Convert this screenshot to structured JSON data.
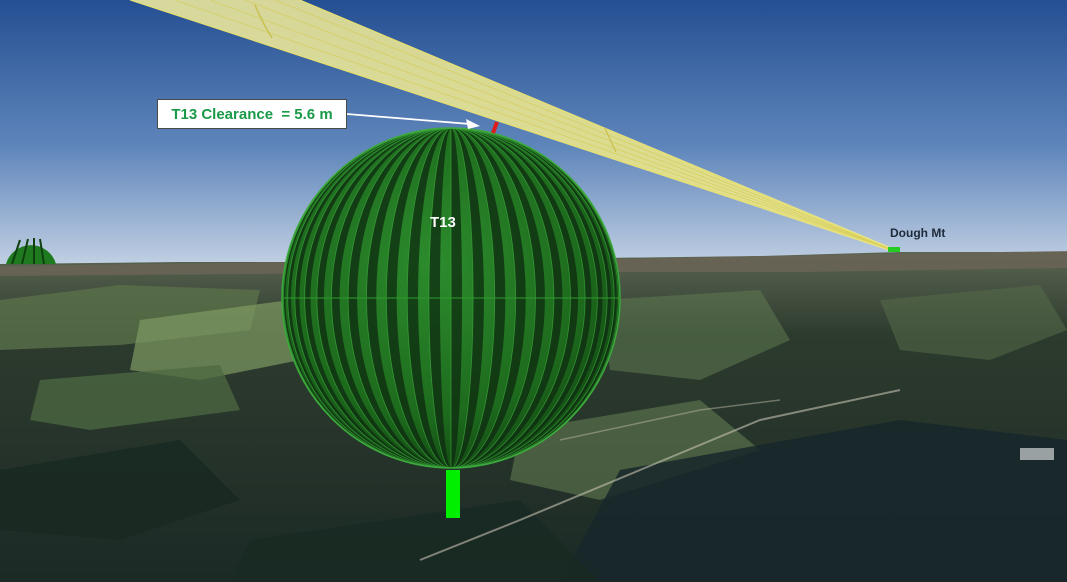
{
  "callout": {
    "text": "T13 Clearance  = 5.6 m",
    "text_color": "#1a9a48"
  },
  "turbine": {
    "label": "T13",
    "sphere_color": "#1f7a1f",
    "mast_color": "#00ee00"
  },
  "location": {
    "label": "Dough Mt",
    "marker_color": "#22cc22"
  },
  "beam": {
    "color": "#f2ec8c"
  },
  "clearance_marker": {
    "color": "#e01b1b"
  },
  "colors": {
    "sky_top": "#2f5a9a",
    "sky_horizon": "#c9d6e6",
    "terrain": "#2a3a2c"
  }
}
